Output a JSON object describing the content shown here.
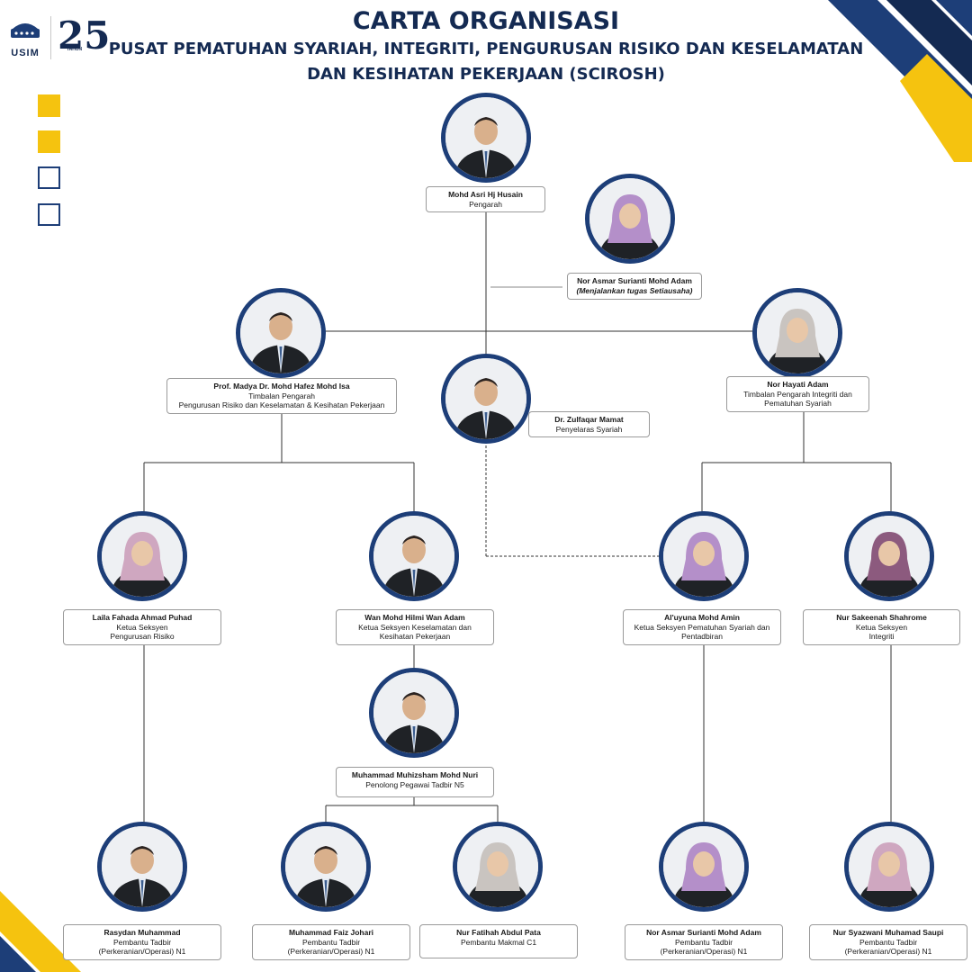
{
  "header": {
    "logo_text": "USIM",
    "anniversary_number": "25",
    "anniversary_tag": "TAHUN",
    "title_line1": "CARTA ORGANISASI",
    "title_line2": "PUSAT PEMATUHAN SYARIAH, INTEGRITI, PENGURUSAN RISIKO DAN KESELAMATAN",
    "title_line3": "DAN KESIHATAN PEKERJAAN (SCIROSH)"
  },
  "colors": {
    "navy": "#1d3e78",
    "gold": "#f5c30f",
    "title": "#142a52"
  },
  "staff": [
    {
      "id": "director",
      "name": "Mohd Asri Hj Husain",
      "roles": [
        "Pengarah"
      ],
      "veil": "none"
    },
    {
      "id": "acting-secretary",
      "name": "Nor Asmar Surianti Mohd Adam",
      "roles": [],
      "note": "(Menjalankan tugas Setiausaha)",
      "veil": "purple"
    },
    {
      "id": "deputy-risk",
      "name": "Prof. Madya Dr. Mohd Hafez Mohd Isa",
      "roles": [
        "Timbalan Pengarah",
        "Pengurusan Risiko dan Keselamatan & Kesihatan Pekerjaan"
      ],
      "veil": "none"
    },
    {
      "id": "deputy-integrity",
      "name": "Nor Hayati Adam",
      "roles": [
        "Timbalan Pengarah Integriti dan",
        "Pematuhan Syariah"
      ],
      "veil": "grey"
    },
    {
      "id": "syariah-coordinator",
      "name": "Dr. Zulfaqar Mamat",
      "roles": [
        "Penyelaras Syariah"
      ],
      "veil": "none"
    },
    {
      "id": "head-risk",
      "name": "Laila Fahada Ahmad Puhad",
      "roles": [
        "Ketua Seksyen",
        "Pengurusan Risiko"
      ],
      "veil": "pink"
    },
    {
      "id": "head-safety",
      "name": "Wan Mohd Hilmi Wan Adam",
      "roles": [
        "Ketua Seksyen Keselamatan dan",
        "Kesihatan Pekerjaan"
      ],
      "veil": "none"
    },
    {
      "id": "head-syariah",
      "name": "Al'uyuna Mohd Amin",
      "roles": [
        "Ketua Seksyen Pematuhan Syariah dan",
        "Pentadbiran"
      ],
      "veil": "purple"
    },
    {
      "id": "head-integrity",
      "name": "Nur Sakeenah Shahrome",
      "roles": [
        "Ketua Seksyen",
        "Integriti"
      ],
      "veil": "mauve"
    },
    {
      "id": "asst-officer",
      "name": "Muhammad Muhizsham Mohd Nuri",
      "roles": [
        "Penolong Pegawai Tadbir N5"
      ],
      "veil": "none"
    },
    {
      "id": "staff-rasydan",
      "name": "Rasydan Muhammad",
      "roles": [
        "Pembantu Tadbir",
        "(Perkeranian/Operasi) N1"
      ],
      "veil": "none"
    },
    {
      "id": "staff-faiz",
      "name": "Muhammad Faiz Johari",
      "roles": [
        "Pembantu Tadbir",
        "(Perkeranian/Operasi) N1"
      ],
      "veil": "none"
    },
    {
      "id": "staff-fatihah",
      "name": "Nur Fatihah Abdul Pata",
      "roles": [
        "Pembantu Makmal C1"
      ],
      "veil": "grey"
    },
    {
      "id": "staff-nor-asmar",
      "name": "Nor Asmar Surianti Mohd Adam",
      "roles": [
        "Pembantu Tadbir",
        "(Perkeranian/Operasi) N1"
      ],
      "veil": "purple"
    },
    {
      "id": "staff-syazwani",
      "name": "Nur Syazwani Muhamad Saupi",
      "roles": [
        "Pembantu Tadbir",
        "(Perkeranian/Operasi) N1"
      ],
      "veil": "pink"
    }
  ]
}
